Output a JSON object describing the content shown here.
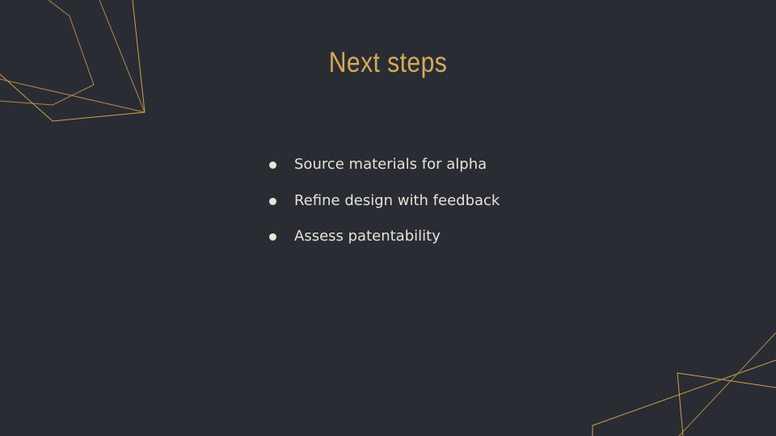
{
  "slide": {
    "title": "Next steps",
    "bullets": [
      {
        "text": "Source materials for alpha"
      },
      {
        "text": "Refine design with feedback"
      },
      {
        "text": "Assess patentability"
      }
    ]
  },
  "theme": {
    "background": "#2a2c34",
    "title_color": "#d6a95a",
    "text_color": "#e6e2d8",
    "bullet_color": "#e8e4d8",
    "line_color_dark": "#b3894a",
    "line_color_bright": "#c9a24e"
  }
}
